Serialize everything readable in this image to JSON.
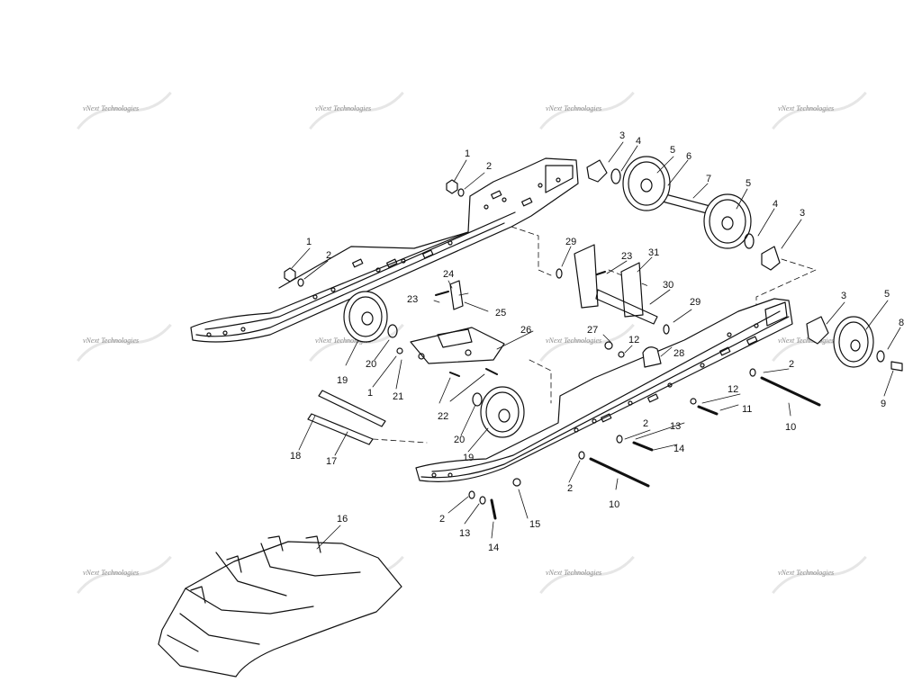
{
  "watermark": {
    "text": "vNext Technologies"
  },
  "callouts": [
    "1",
    "2",
    "3",
    "4",
    "5",
    "6",
    "7",
    "8",
    "9",
    "10",
    "11",
    "12",
    "13",
    "14",
    "15",
    "16",
    "17",
    "18",
    "19",
    "20",
    "21",
    "22",
    "23",
    "24",
    "25",
    "26",
    "27",
    "28",
    "29",
    "30",
    "31"
  ],
  "colors": {
    "line": "#111111",
    "watermark": "#8a8a8a",
    "background": "#ffffff"
  }
}
